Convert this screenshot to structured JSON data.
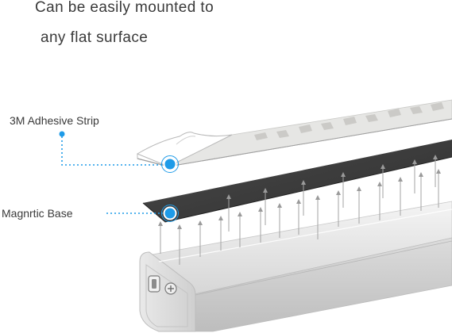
{
  "headline": {
    "line1": "Can be easily mounted to",
    "line2": "any flat surface"
  },
  "callouts": [
    {
      "id": "adhesive",
      "label": "3M Adhesive Strip"
    },
    {
      "id": "magnetic",
      "label": "Magnrtic Base"
    }
  ],
  "colors": {
    "callout_blue": "#1e9be8",
    "text": "#3a3a3a",
    "magnetic_base": "#3d3d3d",
    "adhesive_backing": "#e6e6e4",
    "housing": "#d9d9d9"
  }
}
